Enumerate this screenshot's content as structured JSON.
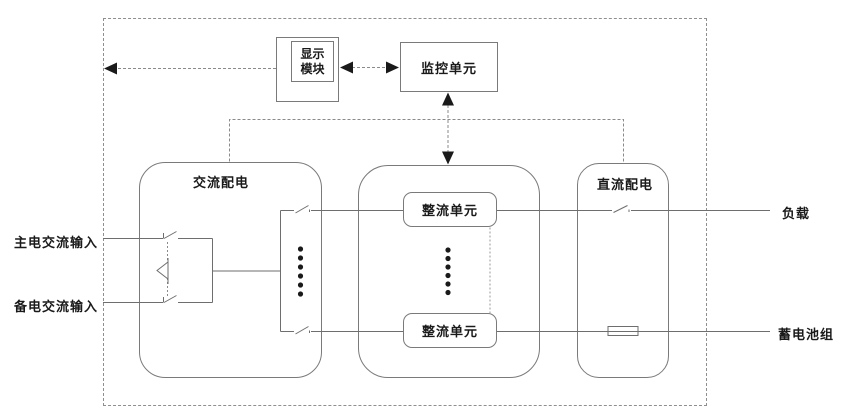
{
  "figure": {
    "type": "power-system-block-diagram",
    "background": "#ffffff"
  },
  "palette": {
    "solid_line": "#6e6e6e",
    "dashed_line": "#8a8a8a",
    "box_border": "#7a7a7a",
    "text": "#1a1a1a",
    "arrowhead": "#1a1a1a"
  },
  "blocks": {
    "display_module": {
      "label": "显示\n模块"
    },
    "monitoring_unit": {
      "label": "监控单元"
    },
    "ac_distribution": {
      "label": "交流配电"
    },
    "dc_distribution": {
      "label": "直流配电"
    },
    "rectifier_unit_top": {
      "label": "整流单元"
    },
    "rectifier_unit_bottom": {
      "label": "整流单元"
    }
  },
  "external_labels": {
    "main_ac_input": "主电交流输入",
    "backup_ac_input": "备电交流输入",
    "load": "负载",
    "battery_pack": "蓄电池组"
  },
  "symbols": {
    "left_exit_arrow": "dashed-arrow-left",
    "display_monitor_link": "dashed-double-arrow",
    "monitor_rectifier_link": "dashed-double-arrow-vertical",
    "monitor_bus": "dashed-connector-to-ac-and-dc",
    "transfer_switch": "changeover-switch-with-linkage-triangle",
    "feeder_switches": "disconnect-switch",
    "fuse": "fuse-rectangle",
    "ellipsis_ac": "vertical-ellipsis-6-dots",
    "ellipsis_rectifiers": "vertical-ellipsis-6-dots"
  }
}
